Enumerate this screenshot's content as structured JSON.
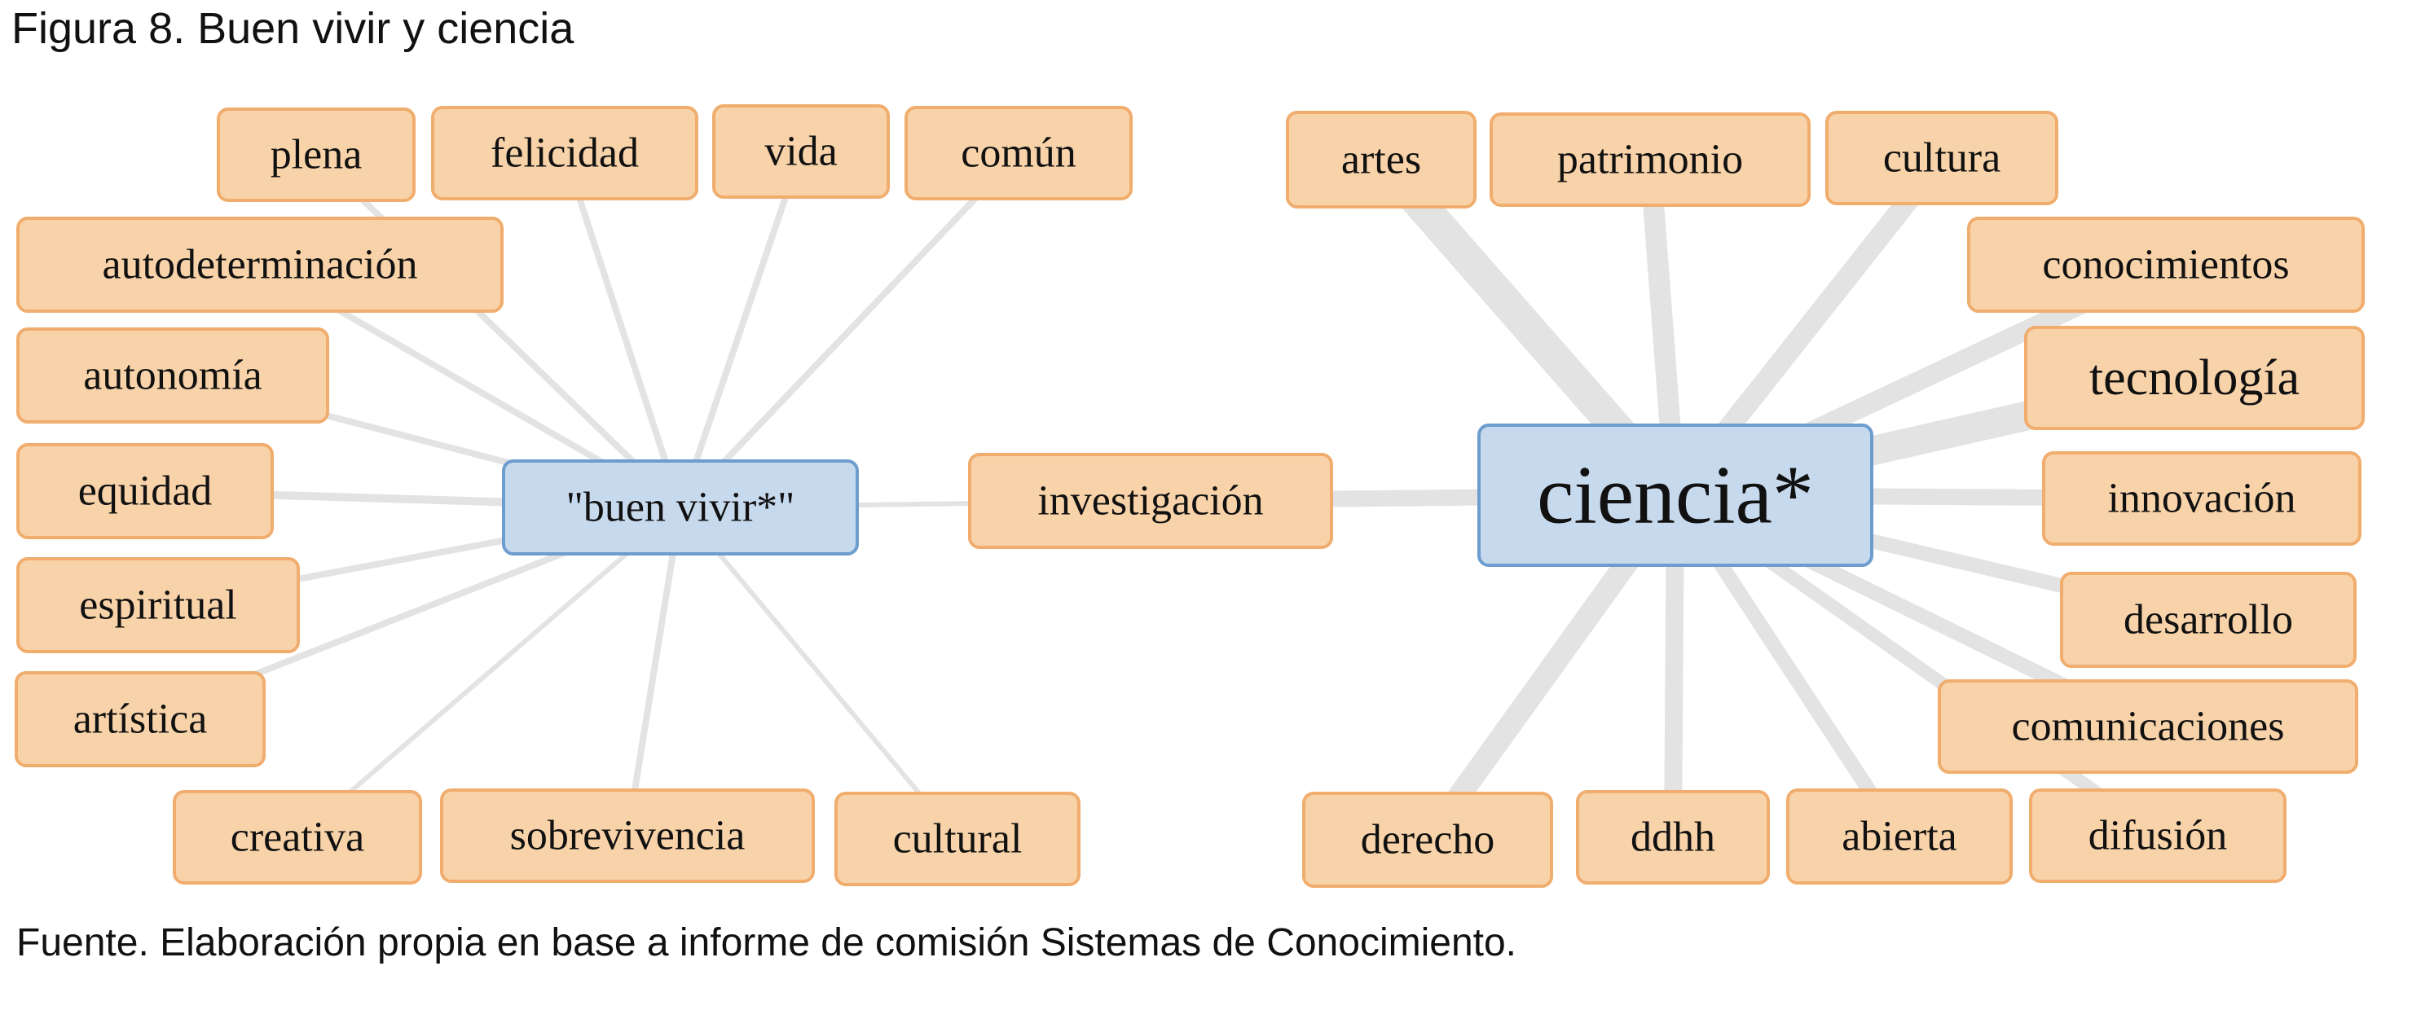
{
  "figure": {
    "title": "Figura 8. Buen vivir y ciencia",
    "source": "Fuente. Elaboración propia en base a informe de comisión Sistemas de Conocimiento."
  },
  "colors": {
    "leaf_fill": "#f8d3a9",
    "leaf_border": "#f0ad6e",
    "hub_fill": "#c7d9ed",
    "hub_border": "#6d9ccf",
    "edge": "#e3e3e3"
  },
  "hubs": [
    {
      "id": "buen-vivir",
      "label": "\"buen vivir*\""
    },
    {
      "id": "ciencia",
      "label": "ciencia*"
    }
  ],
  "bridge": {
    "id": "investigacion",
    "label": "investigación"
  },
  "buen_vivir_terms": [
    {
      "id": "plena",
      "label": "plena"
    },
    {
      "id": "felicidad",
      "label": "felicidad"
    },
    {
      "id": "vida",
      "label": "vida"
    },
    {
      "id": "comun",
      "label": "común"
    },
    {
      "id": "autodeterminacion",
      "label": "autodeterminación"
    },
    {
      "id": "autonomia",
      "label": "autonomía"
    },
    {
      "id": "equidad",
      "label": "equidad"
    },
    {
      "id": "espiritual",
      "label": "espiritual"
    },
    {
      "id": "artistica",
      "label": "artística"
    },
    {
      "id": "creativa",
      "label": "creativa"
    },
    {
      "id": "sobrevivencia",
      "label": "sobrevivencia"
    },
    {
      "id": "cultural",
      "label": "cultural"
    }
  ],
  "ciencia_terms": [
    {
      "id": "artes",
      "label": "artes"
    },
    {
      "id": "patrimonio",
      "label": "patrimonio"
    },
    {
      "id": "cultura",
      "label": "cultura"
    },
    {
      "id": "conocimientos",
      "label": "conocimientos"
    },
    {
      "id": "tecnologia",
      "label": "tecnología"
    },
    {
      "id": "innovacion",
      "label": "innovación"
    },
    {
      "id": "desarrollo",
      "label": "desarrollo"
    },
    {
      "id": "comunicaciones",
      "label": "comunicaciones"
    },
    {
      "id": "difusion",
      "label": "difusión"
    },
    {
      "id": "abierta",
      "label": "abierta"
    },
    {
      "id": "ddhh",
      "label": "ddhh"
    },
    {
      "id": "derecho",
      "label": "derecho"
    }
  ]
}
